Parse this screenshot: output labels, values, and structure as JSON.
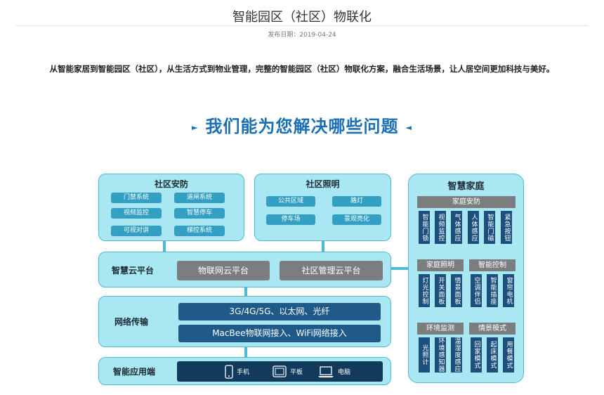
{
  "article": {
    "title": "智能园区（社区）物联化",
    "date": "发布日期：2019-04-24",
    "intro": "从智能家居到智能园区（社区），从生活方式到物业管理，完整的智能园区（社区）物联化方案，融合生活场景，让人居空间更加科技与美好。",
    "heading": "我们能为您解决哪些问题",
    "heading_arrow_left": "►",
    "heading_arrow_right": "◄"
  },
  "diagram": {
    "community_security": {
      "title": "社区安防",
      "items": [
        "门禁系统",
        "道闸系统",
        "视频监控",
        "智慧停车",
        "可视对讲",
        "梯控系统"
      ]
    },
    "community_lighting": {
      "title": "社区照明",
      "items": [
        "公共区域",
        "路灯",
        "停车场",
        "景观亮化"
      ]
    },
    "cloud_platform": {
      "title": "智慧云平台",
      "items": [
        "物联网云平台",
        "社区管理云平台"
      ]
    },
    "network": {
      "title": "网络传输",
      "items": [
        "3G/4G/5G、以太网、光纤",
        "MacBee物联网接入、WiFi网络接入"
      ]
    },
    "terminal": {
      "title": "智能应用端",
      "devices": [
        {
          "label": "手机",
          "icon": "phone-icon"
        },
        {
          "label": "平板",
          "icon": "tablet-icon"
        },
        {
          "label": "电脑",
          "icon": "laptop-icon"
        }
      ]
    },
    "smart_home": {
      "title": "智慧家庭",
      "home_security": {
        "title": "家庭安防",
        "items": [
          "智能门锁",
          "视频监控",
          "气体感应",
          "人体感应",
          "智能门磁",
          "紧急按钮"
        ]
      },
      "home_lighting": {
        "title": "家庭照明",
        "items": [
          "灯光控制",
          "开关面板",
          "情景面板"
        ]
      },
      "smart_control": {
        "title": "智能控制",
        "items": [
          "空调伴侣",
          "智能插座",
          "窗帘电机"
        ]
      },
      "env_monitor": {
        "title": "环境监测",
        "items": [
          "光照计",
          "环境感知器",
          "温湿度感应"
        ]
      },
      "scene_mode": {
        "title": "情景模式",
        "items": [
          "回家模式",
          "起床模式",
          "用餐模式"
        ]
      }
    }
  }
}
